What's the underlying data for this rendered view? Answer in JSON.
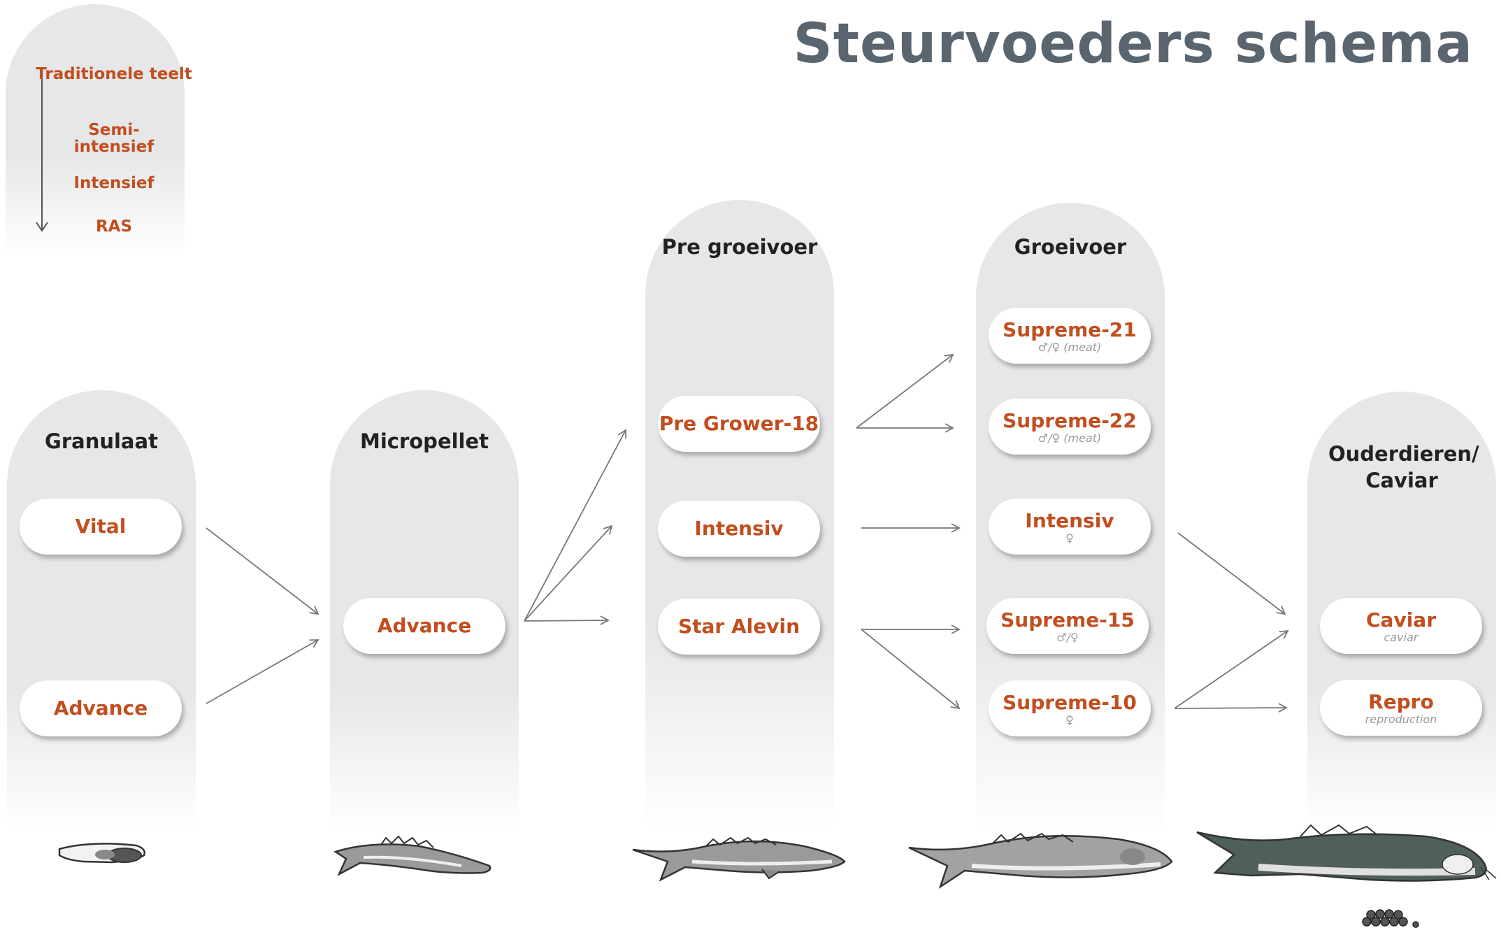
{
  "title": "Steurvoeders schema",
  "legend": {
    "items": [
      "Traditionele teelt",
      "Semi-intensief",
      "Intensief",
      "RAS"
    ]
  },
  "columns": {
    "granulaat": {
      "title": "Granulaat",
      "products": [
        {
          "label": "Vital",
          "sub": ""
        },
        {
          "label": "Advance",
          "sub": ""
        }
      ]
    },
    "micropellet": {
      "title": "Micropellet",
      "products": [
        {
          "label": "Advance",
          "sub": ""
        }
      ]
    },
    "pre_groeivoer": {
      "title": "Pre groeivoer",
      "products": [
        {
          "label": "Pre Grower-18",
          "sub": ""
        },
        {
          "label": "Intensiv",
          "sub": ""
        },
        {
          "label": "Star Alevin",
          "sub": ""
        }
      ]
    },
    "groeivoer": {
      "title": "Groeivoer",
      "products": [
        {
          "label": "Supreme-21",
          "sub": "♂/♀ (meat)"
        },
        {
          "label": "Supreme-22",
          "sub": "♂/♀ (meat)"
        },
        {
          "label": "Intensiv",
          "sub": "♀"
        },
        {
          "label": "Supreme-15",
          "sub": "♂/♀"
        },
        {
          "label": "Supreme-10",
          "sub": "♀"
        }
      ]
    },
    "ouderdieren": {
      "title": "Ouderdieren/ Caviar",
      "products": [
        {
          "label": "Caviar",
          "sub": "caviar"
        },
        {
          "label": "Repro",
          "sub": "reproduction"
        }
      ]
    }
  },
  "colors": {
    "accent": "#c24e1f",
    "column_bg": "#e6e7e8",
    "title": "#5a6570",
    "arrow": "#777777"
  },
  "icons": [
    "larva-icon",
    "sturgeon-small-icon",
    "sturgeon-medium-icon",
    "sturgeon-large-icon",
    "sturgeon-adult-icon",
    "caviar-eggs-icon"
  ]
}
